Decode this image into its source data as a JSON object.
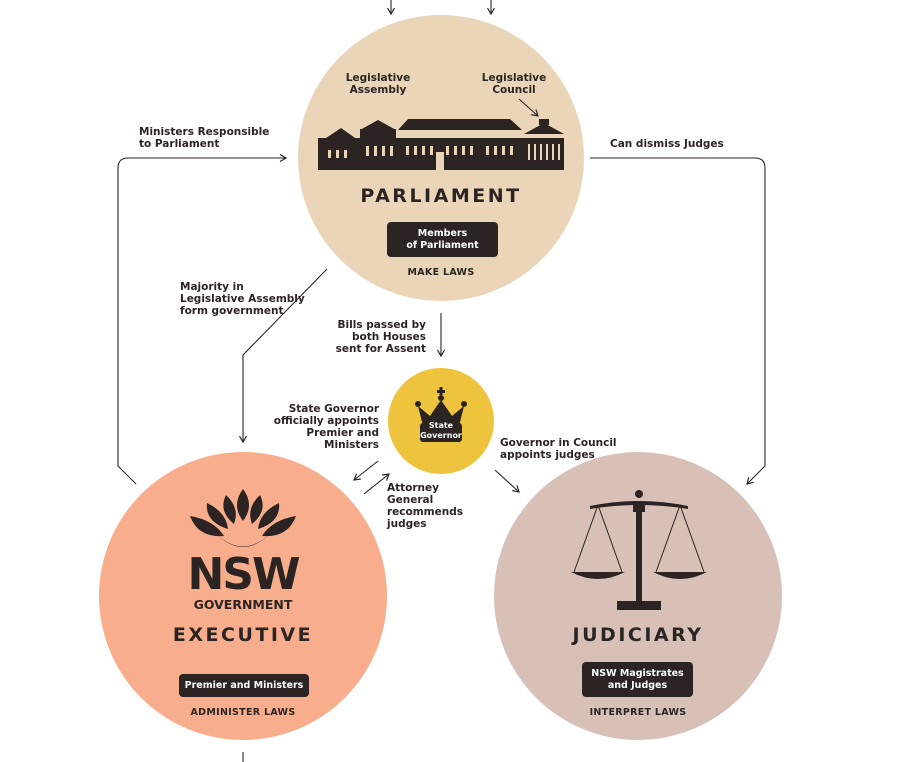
{
  "colors": {
    "parliament": "#ebd5b9",
    "governor": "#eec43f",
    "executive": "#f8ae8d",
    "judiciary": "#d9c0b7",
    "dark": "#2b2422"
  },
  "parliament": {
    "title": "PARLIAMENT",
    "pill": "Members\nof Parliament",
    "role": "MAKE LAWS",
    "assembly_label": "Legislative\nAssembly",
    "council_label": "Legislative\nCouncil",
    "icon": "parliament-building-icon"
  },
  "governor": {
    "label": "State\nGovernor",
    "icon": "crown-icon"
  },
  "executive": {
    "logo_word": "NSW",
    "logo_sub": "GOVERNMENT",
    "title": "EXECUTIVE",
    "pill": "Premier and Ministers",
    "role": "ADMINISTER LAWS",
    "icon": "waratah-icon"
  },
  "judiciary": {
    "title": "JUDICIARY",
    "pill": "NSW Magistrates\nand Judges",
    "role": "INTERPRET LAWS",
    "icon": "scales-icon"
  },
  "arrows": {
    "ministers": "Ministers Responsible\nto Parliament",
    "dismiss": "Can dismiss Judges",
    "majority": "Majority in\nLegislative Assembly\nform government",
    "bills": "Bills passed by\nboth Houses\nsent for Assent",
    "appoints": "State Governor\nofficially appoints\nPremier and\nMinisters",
    "council": "Governor in Council\nappoints judges",
    "attorney": "Attorney\nGeneral\nrecommends\njudges"
  }
}
